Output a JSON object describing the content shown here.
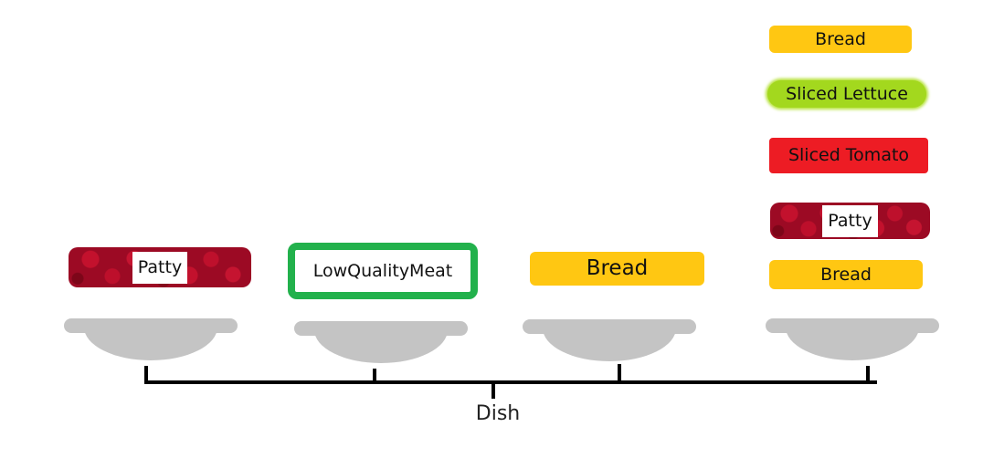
{
  "stacks": [
    {
      "id": "stack-1",
      "layers": [
        {
          "type": "patty",
          "label": "Patty"
        }
      ]
    },
    {
      "id": "stack-2",
      "layers": [
        {
          "type": "low-quality-meat",
          "label": "LowQualityMeat"
        }
      ]
    },
    {
      "id": "stack-3",
      "layers": [
        {
          "type": "bread",
          "label": "Bread"
        }
      ]
    },
    {
      "id": "stack-4",
      "layers": [
        {
          "type": "bread",
          "label": "Bread"
        },
        {
          "type": "lettuce",
          "label": "Sliced Lettuce"
        },
        {
          "type": "tomato",
          "label": "Sliced Tomato"
        },
        {
          "type": "patty",
          "label": "Patty"
        },
        {
          "type": "bread",
          "label": "Bread"
        }
      ]
    }
  ],
  "axis": {
    "label": "Dish"
  },
  "colors": {
    "bread": "#ffc712",
    "lettuce": "#a3d81e",
    "tomato": "#ed1c24",
    "patty": "#9c0a24",
    "low_quality_meat_border": "#22b14c",
    "plate": "#c4c4c4",
    "axis": "#000000"
  }
}
